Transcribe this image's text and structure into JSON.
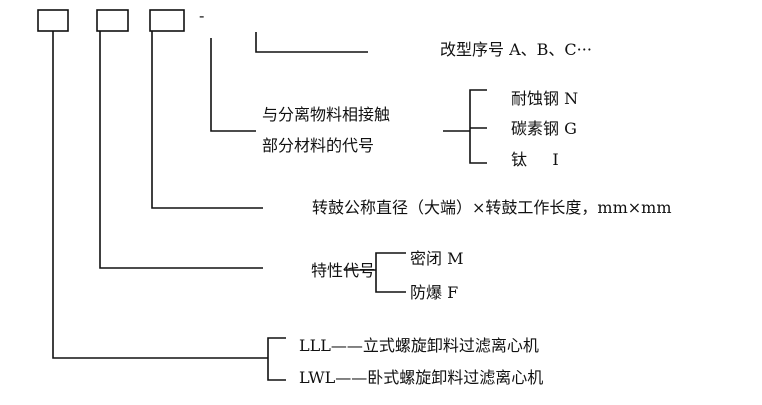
{
  "dash": "-",
  "modification": {
    "text": "改型序号 A、B、C···"
  },
  "material": {
    "label_line1": "与分离物料相接触",
    "label_line2": "部分材料的代号",
    "options": [
      "耐蚀钢 N",
      "碳素钢 G",
      "钛     I"
    ]
  },
  "drum": {
    "text": "转鼓公称直径（大端）×转鼓工作长度，mm×mm"
  },
  "feature": {
    "label": "特性代号",
    "options": [
      "密闭 M",
      "防爆 F"
    ]
  },
  "type": {
    "options": [
      "LLL——立式螺旋卸料过滤离心机",
      "LWL——卧式螺旋卸料过滤离心机"
    ]
  },
  "colors": {
    "ink": "#111111",
    "background": "#ffffff"
  }
}
